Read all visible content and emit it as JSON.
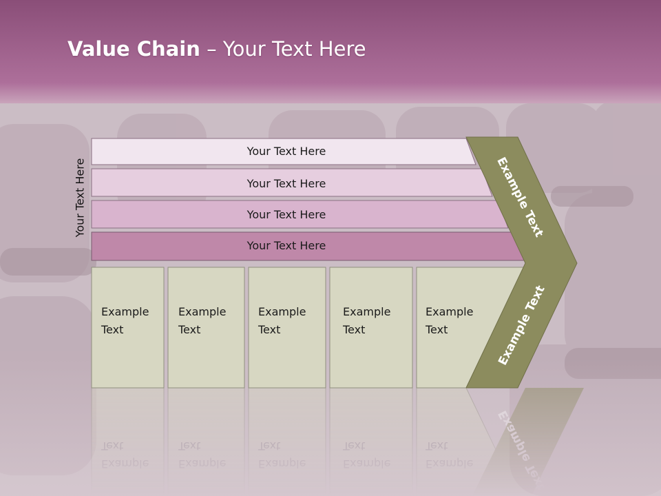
{
  "title": {
    "bold": "Value Chain",
    "rest": " – Your Text Here"
  },
  "side_label": "Your Text Here",
  "bars": [
    {
      "label": "Your Text Here",
      "color": "#f1e6ef"
    },
    {
      "label": "Your Text Here",
      "color": "#e6cedf"
    },
    {
      "label": "Your Text Here",
      "color": "#d9b4ce"
    },
    {
      "label": "Your Text Here",
      "color": "#bf88a9"
    }
  ],
  "boxes": [
    {
      "line1": "Example",
      "line2": "Text"
    },
    {
      "line1": "Example",
      "line2": "Text"
    },
    {
      "line1": "Example",
      "line2": "Text"
    },
    {
      "line1": "Example",
      "line2": "Text"
    },
    {
      "line1": "Example",
      "line2": "Text"
    }
  ],
  "chevron": {
    "upper_label": "Example Text",
    "lower_label": "Example Text",
    "color": "#8c8c5e"
  },
  "colors": {
    "header": "#9e5f8c",
    "box_fill": "#d7d7c2",
    "box_stroke": "#8f8f7d"
  }
}
